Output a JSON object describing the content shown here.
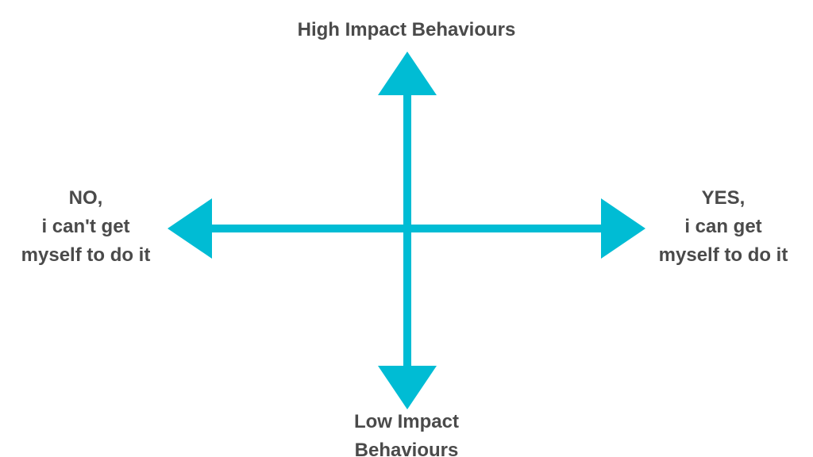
{
  "diagram": {
    "arrow_color": "#00bcd4",
    "text_color": "#4a4a4a",
    "top_label": "High Impact Behaviours",
    "bottom_label": {
      "line1": "Low Impact",
      "line2": "Behaviours"
    },
    "left_label": {
      "line1": "NO,",
      "line2": "i can't get",
      "line3": "myself to do it"
    },
    "right_label": {
      "line1": "YES,",
      "line2": "i can get",
      "line3": "myself to do it"
    }
  }
}
